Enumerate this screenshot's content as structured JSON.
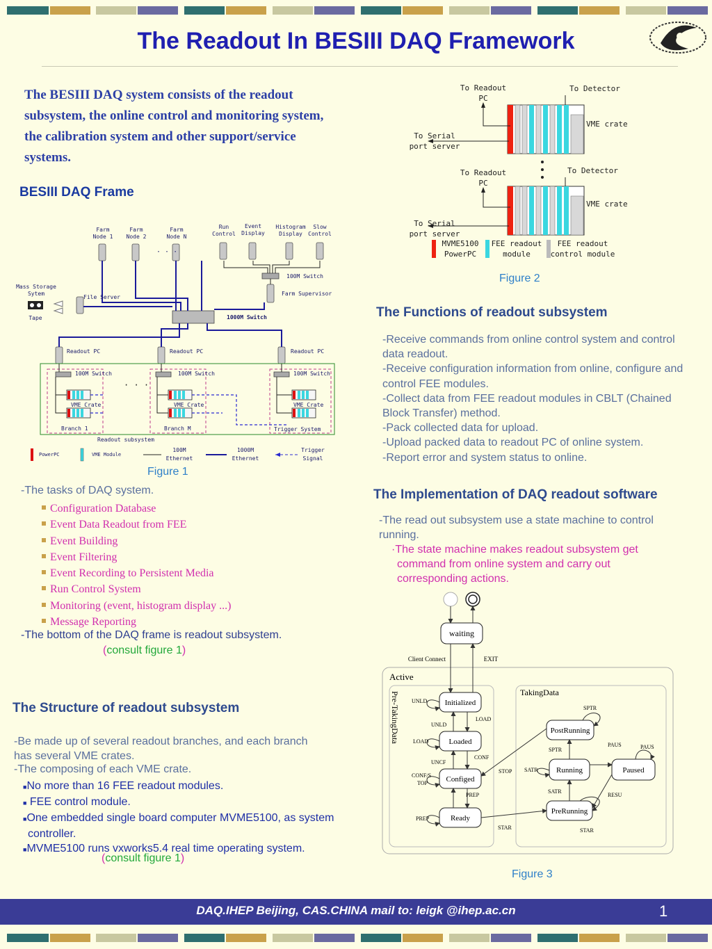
{
  "header": {
    "title": "The Readout In BESIII DAQ Framework",
    "bar_colors": [
      "#2f6f6f",
      "#c9a14b",
      "#c8c8a0",
      "#6a6aa0"
    ]
  },
  "intro": "The BESIII DAQ system consists of the readout subsystem, the online control and monitoring system, the calibration system and other support/service systems.",
  "frame": {
    "heading": "BESIII DAQ Frame",
    "caption": "Figure 1",
    "labels": {
      "farm1": [
        "Farm",
        "Node 1"
      ],
      "farm2": [
        "Farm",
        "Node 2"
      ],
      "farmN": [
        "Farm",
        "Node N"
      ],
      "dots": "· · ·",
      "run_control": [
        "Run",
        "Control"
      ],
      "event_display": [
        "Event",
        "Display"
      ],
      "histogram_display": [
        "Histogram",
        "Display"
      ],
      "slow_control": [
        "Slow",
        "Control"
      ],
      "switch_100m": "100M Switch",
      "farm_supervisor": "Farm Supervisor",
      "mass_storage": [
        "Mass Storage",
        "Sytem"
      ],
      "tape": "Tape",
      "file_server": "File Server",
      "switch_1000m": "1000M Switch",
      "readout_pc": "Readout PC",
      "vme_crate": "VME Crate",
      "branch1": "Branch 1",
      "branchM": "Branch M",
      "trigger_system": "Trigger System",
      "readout_subsystem": "Readout subsystem"
    },
    "legend": {
      "powerpc": "PowerPC",
      "vme_module": "VME Module",
      "eth100": [
        "100M",
        "Ethernet"
      ],
      "eth1000": [
        "1000M",
        "Ethernet"
      ],
      "trigger": [
        "Trigger",
        "Signal"
      ]
    }
  },
  "tasks": {
    "intro": "-The tasks of DAQ system.",
    "items": [
      "Configuration Database",
      "Event Data Readout from FEE",
      "Event Building",
      "Event Filtering",
      "Event Recording to Persistent Media",
      "Run Control System",
      "Monitoring (event, histogram display ...)",
      "Message Reporting"
    ],
    "bottom": "-The bottom of the DAQ frame is readout subsystem.",
    "consult_open": "(",
    "consult": "consult figure 1",
    "consult_close": ")"
  },
  "structure": {
    "heading": "The Structure of readout subsystem",
    "p1": "-Be made up of several readout branches, and  each branch has several VME crates.",
    "p2": "-The composing of each VME crate.",
    "items": [
      "No more than 16 FEE readout modules.",
      "FEE control module.",
      "One embedded single board computer MVME5100, as system controller.",
      "MVME5100 runs vxworks5.4 real  time operating system."
    ],
    "consult_open": "(",
    "consult": "consult figure 1",
    "consult_close": ")"
  },
  "figure2": {
    "caption": "Figure 2",
    "to_readout_pc": [
      "To Readout",
      "PC"
    ],
    "to_detector": "To Detector",
    "to_serial": [
      "To Serial",
      "port server"
    ],
    "vme_crate": "VME crate",
    "legend_mvme": [
      "MVME5100",
      "PowerPC"
    ],
    "legend_fee": [
      "FEE readout",
      "module"
    ],
    "legend_ctrl": [
      "FEE readout",
      "control module"
    ]
  },
  "functions": {
    "heading": "The Functions of readout subsystem",
    "lines": [
      "-Receive commands from online control system and control data readout.",
      "-Receive configuration information from online, configure and control FEE modules.",
      "-Collect data from FEE readout modules in CBLT (Chained Block Transfer) method.",
      "-Pack collected data for upload.",
      "-Upload packed data to readout PC of online system.",
      "-Report error and system status to online."
    ]
  },
  "implementation": {
    "heading": "The Implementation of DAQ readout software",
    "p1": "-The read out subsystem use a state machine to control running.",
    "p2_bullet": "·",
    "p2": "The state machine makes readout subsystem get command from online system and carry out corresponding actions."
  },
  "figure3": {
    "caption": "Figure 3",
    "states": {
      "waiting": "waiting",
      "initialized": "Initialized",
      "loaded": "Loaded",
      "configed": "Configed",
      "ready": "Ready",
      "postrunning": "PostRunning",
      "running": "Running",
      "paused": "Paused",
      "prerunning": "PreRunning"
    },
    "groups": {
      "active": "Active",
      "pretaking": "Pre-TakingData",
      "taking": "TakingData"
    },
    "transitions": {
      "client_connect": "Client Connect",
      "exit": "EXIT",
      "unld1": "UNLD",
      "load1": "LOAD",
      "unld2": "UNLD",
      "load2": "LOAD",
      "uncf": "UNCF",
      "conf": "CONF",
      "confstop": [
        "CONF/S",
        "TOP"
      ],
      "prep1": "PREP",
      "prep2": "PREP",
      "stop": "STOP",
      "star1": "STAR",
      "sptr1": "SPTR",
      "sptr2": "SPTR",
      "satr1": "SATR",
      "satr2": "SATR",
      "paus1": "PAUS",
      "paus2": "PAUS",
      "resu": "RESU",
      "star2": "STAR"
    }
  },
  "footer": {
    "text": "DAQ.IHEP Beijing, CAS.CHINA   mail to: leigk @ihep.ac.cn",
    "page": "1"
  }
}
